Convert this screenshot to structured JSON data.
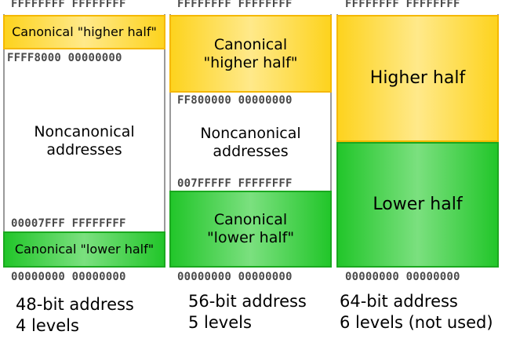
{
  "columns": [
    {
      "top_addr": "FFFFFFFF FFFFFFFF",
      "upper_label": "Canonical \"higher half\"",
      "upper_boundary": "FFFF8000 00000000",
      "middle_label": "Noncanonical\naddresses",
      "lower_boundary": "00007FFF FFFFFFFF",
      "lower_label": "Canonical \"lower half\"",
      "bottom_addr": "00000000 00000000",
      "caption": "48-bit address\n4 levels"
    },
    {
      "top_addr": "FFFFFFFF FFFFFFFF",
      "upper_label": "Canonical\n\"higher half\"",
      "upper_boundary": "FF800000 00000000",
      "middle_label": "Noncanonical\naddresses",
      "lower_boundary": "007FFFFF FFFFFFFF",
      "lower_label": "Canonical\n\"lower half\"",
      "bottom_addr": "00000000 00000000",
      "caption": "56-bit address\n5 levels"
    },
    {
      "top_addr": "FFFFFFFF FFFFFFFF",
      "upper_label": "Higher half",
      "lower_label": "Lower half",
      "bottom_addr": "00000000 00000000",
      "caption": "64-bit address\n6 levels (not used)"
    }
  ],
  "colors": {
    "canonical_upper": "#fdd31e",
    "canonical_lower": "#22c62a",
    "noncanonical": "#ffffff",
    "column_border": "#9a9a9a",
    "address_text": "#4a4a4a"
  }
}
